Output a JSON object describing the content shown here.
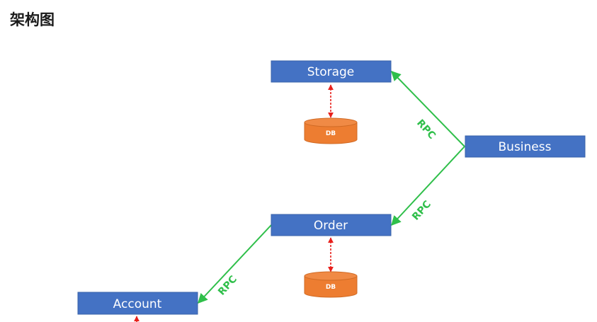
{
  "title": "架构图",
  "nodes": {
    "storage": "Storage",
    "business": "Business",
    "order": "Order",
    "account": "Account"
  },
  "databases": {
    "storage_db": "DB",
    "order_db": "DB"
  },
  "edges": {
    "business_storage": "RPC",
    "business_order": "RPC",
    "order_account": "RPC"
  },
  "colors": {
    "node_fill": "#4472c4",
    "db_fill": "#ed7d31",
    "rpc_line": "#2fbf4a",
    "db_link": "#e8211c"
  }
}
